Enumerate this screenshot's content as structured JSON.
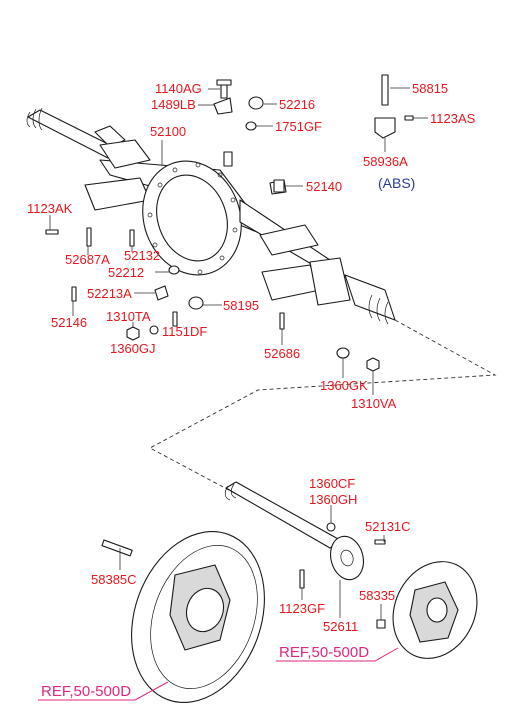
{
  "diagram": {
    "part_labels": {
      "p1140AG": "1140AG",
      "p1489LB": "1489LB",
      "p52216": "52216",
      "p1751GF": "1751GF",
      "p52100": "52100",
      "p52140": "52140",
      "p58815": "58815",
      "p1123AS": "1123AS",
      "p58936A": "58936A",
      "p1123AK": "1123AK",
      "p52687A": "52687A",
      "p52132": "52132",
      "p52212": "52212",
      "p52213A": "52213A",
      "p58195": "58195",
      "p52146": "52146",
      "p1310TA": "1310TA",
      "p1151DF": "1151DF",
      "p1360GJ": "1360GJ",
      "p52686": "52686",
      "p1360GK": "1360GK",
      "p1310VA": "1310VA",
      "p1360CF": "1360CF",
      "p1360GH": "1360GH",
      "p52131C": "52131C",
      "p58385C": "58385C",
      "p58335": "58335",
      "p1123GF": "1123GF",
      "p52611": "52611"
    },
    "abs_note": "(ABS)",
    "ref_left": "REF,50-500D",
    "ref_right": "REF,50-500D"
  },
  "colors": {
    "label": "#e8171f",
    "abs": "#2a3a9c",
    "ref": "#e0267e",
    "line": "#1a1a1a"
  }
}
